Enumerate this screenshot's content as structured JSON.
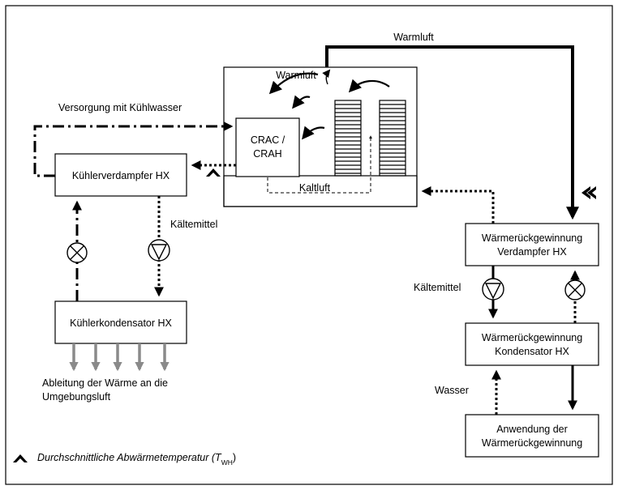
{
  "labels": {
    "warmluft_top": "Warmluft",
    "warmluft_room": "Warmluft",
    "kaltluft": "Kaltluft",
    "versorgung": "Versorgung mit Kühlwasser",
    "kaeltemittel_left": "Kältemittel",
    "kaeltemittel_right": "Kältemittel",
    "wasser": "Wasser",
    "ableitung_line1": "Ableitung der Wärme an die",
    "ableitung_line2": "Umgebungsluft"
  },
  "boxes": {
    "crac_line1": "CRAC /",
    "crac_line2": "CRAH",
    "kuehlerverdampfer": "Kühlerverdampfer HX",
    "kuehlerkondensator": "Kühlerkondensator HX",
    "wrg_verdampfer_line1": "Wärmerückgewinnung",
    "wrg_verdampfer_line2": "Verdampfer HX",
    "wrg_kondensator_line1": "Wärmerückgewinnung",
    "wrg_kondensator_line2": "Kondensator HX",
    "anwendung_line1": "Anwendung der",
    "anwendung_line2": "Wärmerückgewinnung"
  },
  "legend": {
    "text": "Durchschnittliche Abwärmetemperatur (T",
    "subscript": "WH",
    "close": ")"
  },
  "icons": {
    "temperature_marker": "chevron-marker-icon",
    "valve": "valve-icon",
    "pump": "pump-icon"
  },
  "colors": {
    "line": "#000000",
    "heat_arrows": "#8a8a8a"
  }
}
